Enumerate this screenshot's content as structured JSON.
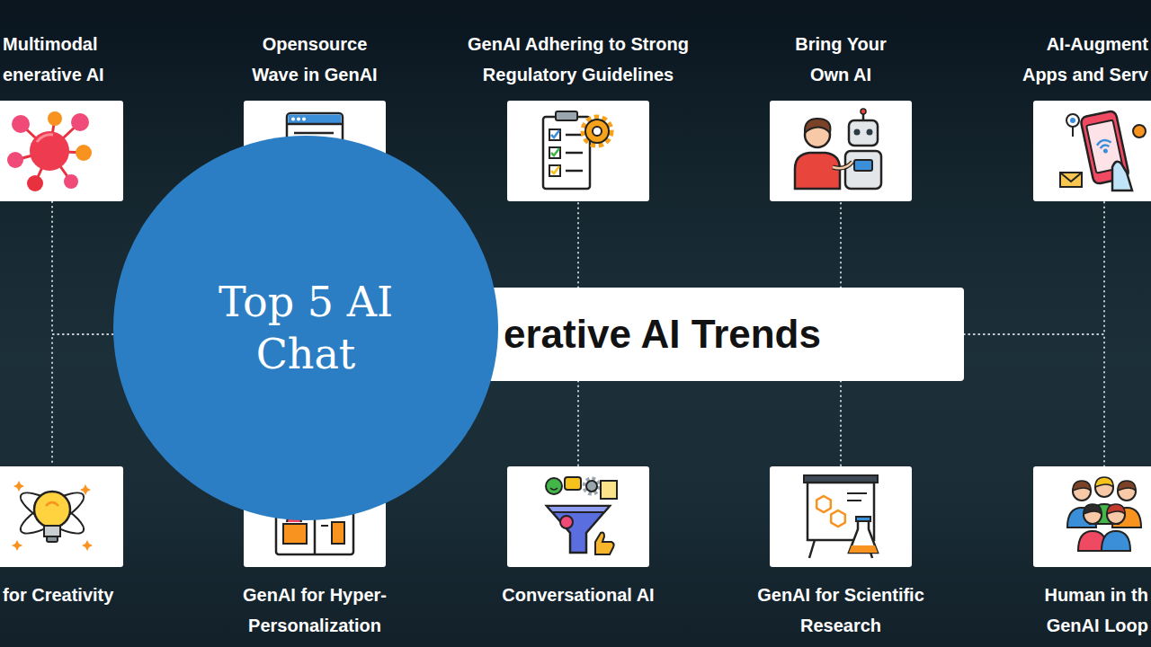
{
  "diagram": {
    "nodes": [
      {
        "text": [
          "Multimodal enerative AI"
        ]
      },
      {
        "text": [
          "Opensource Wave in GenAI"
        ]
      },
      {
        "text": [
          "GenAI Adhering to Strong Regulatory Guidelines"
        ]
      },
      {
        "text": [
          "Bring Your Own AI"
        ]
      },
      {
        "text": [
          "AI-Augment Apps and Serv"
        ]
      },
      {
        "text": [
          "Top 5 AI Chat"
        ]
      },
      {
        "text": [
          "erative AI Trends"
        ]
      },
      {
        "text": [
          "for Creativity"
        ]
      },
      {
        "text": [
          "GenAI for Hyper- Personalization"
        ]
      },
      {
        "text": [
          "Conversational AI"
        ]
      },
      {
        "text": [
          "GenAI for Scientific Research"
        ]
      },
      {
        "text": [
          "Human in th GenAI Loop"
        ]
      }
    ],
    "edges": [
      {
        "from": 6,
        "to": 0,
        "arrow": "none"
      },
      {
        "from": 6,
        "to": 7,
        "arrow": "none"
      },
      {
        "from": 6,
        "to": 2,
        "arrow": "none"
      },
      {
        "from": 6,
        "to": 9,
        "arrow": "none"
      },
      {
        "from": 6,
        "to": 3,
        "arrow": "none"
      },
      {
        "from": 6,
        "to": 10,
        "arrow": "none"
      },
      {
        "from": 6,
        "to": 4,
        "arrow": "none"
      },
      {
        "from": 6,
        "to": 11,
        "arrow": "none"
      }
    ]
  }
}
